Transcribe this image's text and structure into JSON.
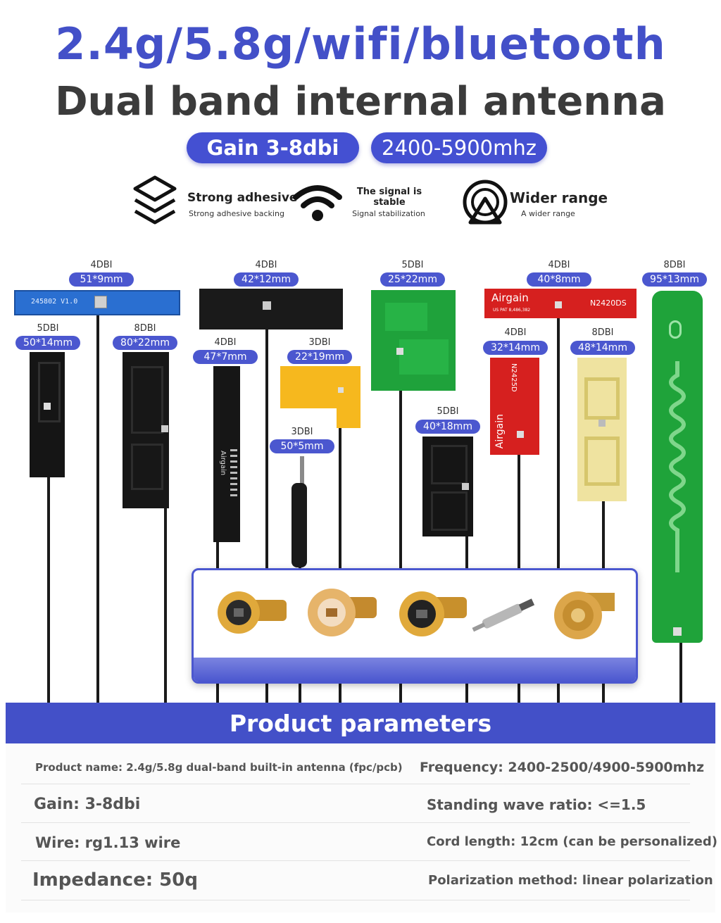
{
  "header": {
    "title": "2.4g/5.8g/wifi/bluetooth",
    "subtitle": "Dual band internal antenna",
    "gain_pill": "Gain 3-8dbi",
    "freq_pill": "2400-5900mhz"
  },
  "features": [
    {
      "icon": "layers-icon",
      "title": "Strong adhesive",
      "sub": "Strong adhesive backing"
    },
    {
      "icon": "wifi-icon",
      "title": "The signal is stable",
      "sub": "Signal stabilization"
    },
    {
      "icon": "range-icon",
      "title": "Wider range",
      "sub": "A wider range"
    }
  ],
  "antennas": [
    {
      "gain": "4DBI",
      "size": "51*9mm",
      "print": "245802 V1.0"
    },
    {
      "gain": "5DBI",
      "size": "50*14mm"
    },
    {
      "gain": "8DBI",
      "size": "80*22mm"
    },
    {
      "gain": "4DBI",
      "size": "42*12mm"
    },
    {
      "gain": "4DBI",
      "size": "47*7mm",
      "print": "Airgain"
    },
    {
      "gain": "3DBI",
      "size": "22*19mm"
    },
    {
      "gain": "3DBI",
      "size": "50*5mm"
    },
    {
      "gain": "5DBI",
      "size": "25*22mm"
    },
    {
      "gain": "5DBI",
      "size": "40*18mm"
    },
    {
      "gain": "4DBI",
      "size": "40*8mm",
      "print": "Airgain",
      "print2": "N2420DS",
      "print3": "US PAT 8,486,382"
    },
    {
      "gain": "4DBI",
      "size": "32*14mm",
      "print": "Airgain",
      "print2": "N2425D"
    },
    {
      "gain": "8DBI",
      "size": "48*14mm"
    },
    {
      "gain": "8DBI",
      "size": "95*13mm"
    }
  ],
  "colors": {
    "accent": "#4350c8",
    "title_dark": "#3b3b3b"
  },
  "parameters": {
    "heading": "Product parameters",
    "rows": [
      {
        "left": "Product name: 2.4g/5.8g dual-band built-in antenna (fpc/pcb)",
        "right": "Frequency: 2400-2500/4900-5900mhz"
      },
      {
        "left": "Gain: 3-8dbi",
        "right": "Standing wave ratio: <=1.5"
      },
      {
        "left": "Wire: rg1.13 wire",
        "right": "Cord length: 12cm (can be personalized)"
      },
      {
        "left": "Impedance: 50q",
        "right": "Polarization method: linear polarization"
      }
    ]
  }
}
